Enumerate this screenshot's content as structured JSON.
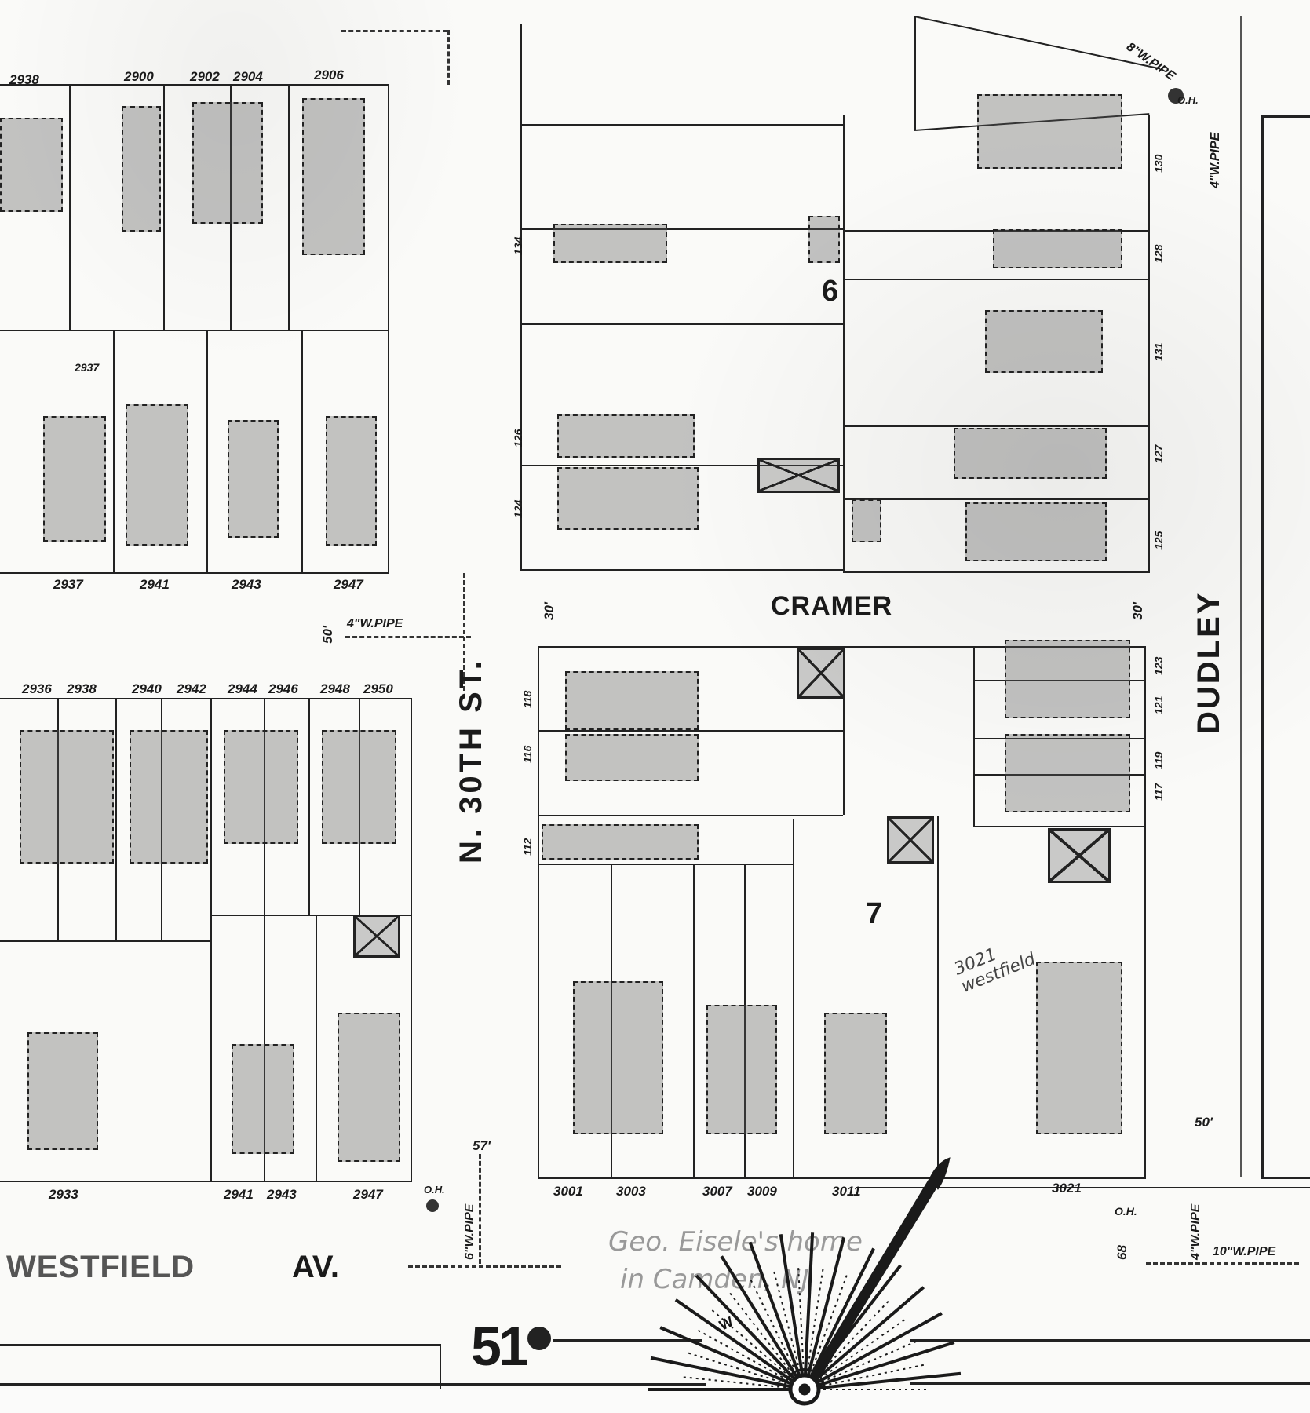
{
  "streets": {
    "cramer": "CRAMER",
    "n30th": "N. 30TH ST.",
    "dudley": "DUDLEY",
    "westfield": "WESTFIELD",
    "westfield_suffix": "AV."
  },
  "block_numbers": {
    "block6": "6",
    "block7": "7"
  },
  "sheet_number": "51",
  "lot_numbers": {
    "top_left_top": [
      "2938",
      "2900",
      "2902",
      "2904",
      "2906"
    ],
    "top_left_mid": "2937",
    "top_left_bottom": [
      "2937",
      "2941",
      "2943",
      "2947"
    ],
    "lower_left_top": [
      "2936",
      "2938",
      "2940",
      "2942",
      "2944",
      "2946",
      "2948",
      "2950"
    ],
    "lower_left_bottom": [
      "2933",
      "2941",
      "2943",
      "2947"
    ],
    "westfield_right": [
      "3001",
      "3003",
      "3007",
      "3009",
      "3011",
      "3021"
    ],
    "n30th_side": [
      "134",
      "126",
      "124",
      "118",
      "116",
      "112"
    ],
    "dudley_side": [
      "130",
      "128",
      "131",
      "127",
      "125",
      "123",
      "121",
      "119",
      "117"
    ]
  },
  "pipes": {
    "cramer_pipe": "4\"W.PIPE",
    "n30th_pipe": "6\"W.PIPE",
    "dudley_pipe": "4\"W.PIPE",
    "westfield_pipe": "10\"W.PIPE",
    "top_pipe": "8\"W.PIPE",
    "top_pipe2": "4\"W.PIPE"
  },
  "dimensions": {
    "d50a": "50'",
    "d30a": "30'",
    "d30b": "30'",
    "d57": "57'",
    "d50b": "50'",
    "d68": "68"
  },
  "hydrants": {
    "oh1": "O.H.",
    "oh2": "O.H.",
    "oh3": "O.H."
  },
  "annotations": {
    "address_note_line1": "3021",
    "address_note_line2": "westfield",
    "caption_line1": "Geo. Eisele's home",
    "caption_line2": "in Camden, NJ"
  },
  "compass": {
    "w_label": "W"
  }
}
